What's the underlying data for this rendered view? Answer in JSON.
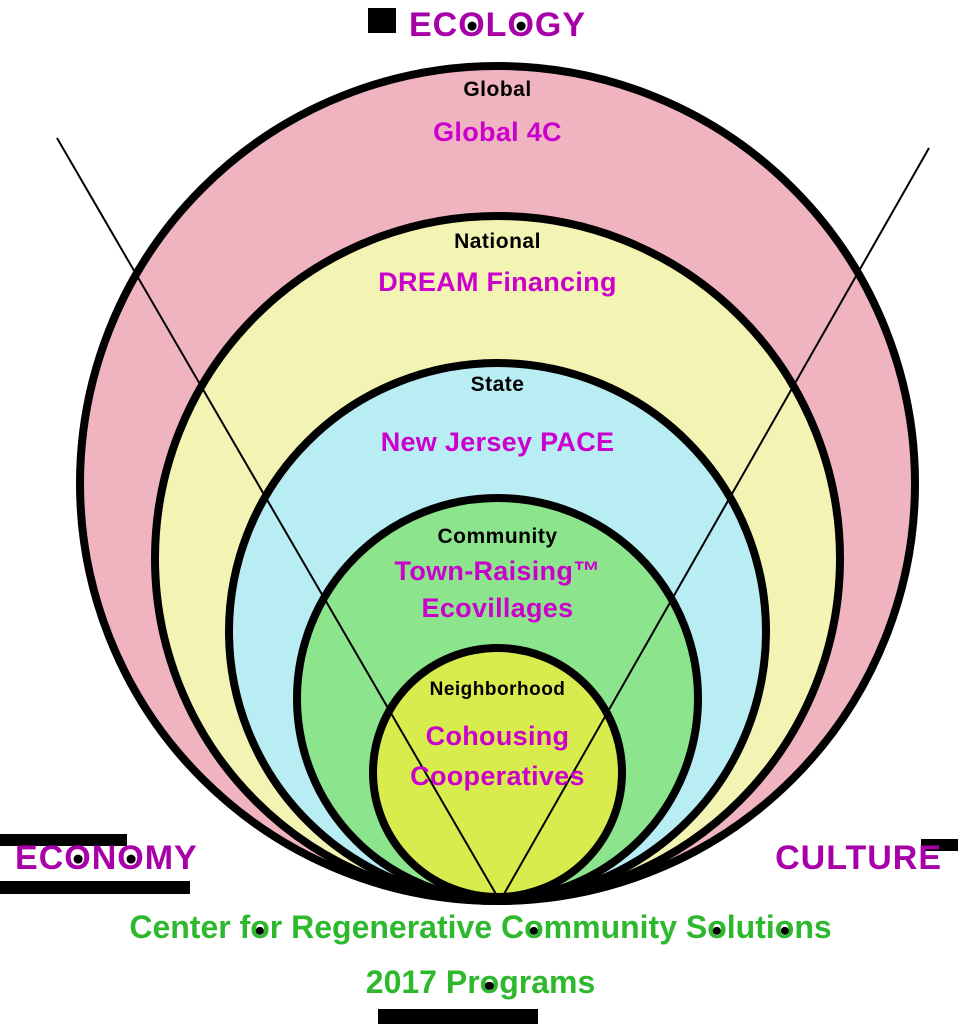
{
  "diagram": {
    "corner_labels": {
      "top": "ECOLOGY",
      "bottom_left": "ECONOMY",
      "bottom_right": "CULTURE"
    },
    "rings": [
      {
        "level": "Global",
        "programs": [
          "Global 4C"
        ],
        "fill": "#f0b4c0"
      },
      {
        "level": "National",
        "programs": [
          "DREAM Financing"
        ],
        "fill": "#f3f4b4"
      },
      {
        "level": "State",
        "programs": [
          "New Jersey PACE"
        ],
        "fill": "#b8edf4"
      },
      {
        "level": "Community",
        "programs": [
          "Town-Raising™",
          "Ecovillages"
        ],
        "fill": "#8ce48c"
      },
      {
        "level": "Neighborhood",
        "programs": [
          "Cohousing",
          "Cooperatives"
        ],
        "fill": "#d9ec4e"
      }
    ],
    "footer": {
      "line1": "Center for Regenerative Community Solutions",
      "line2": "2017 Programs"
    },
    "colors": {
      "level_text": "#000000",
      "program_text": "#cc00cc",
      "corner_text": "#a800a8",
      "footer_text": "#2eb82e",
      "line": "#000000"
    }
  }
}
